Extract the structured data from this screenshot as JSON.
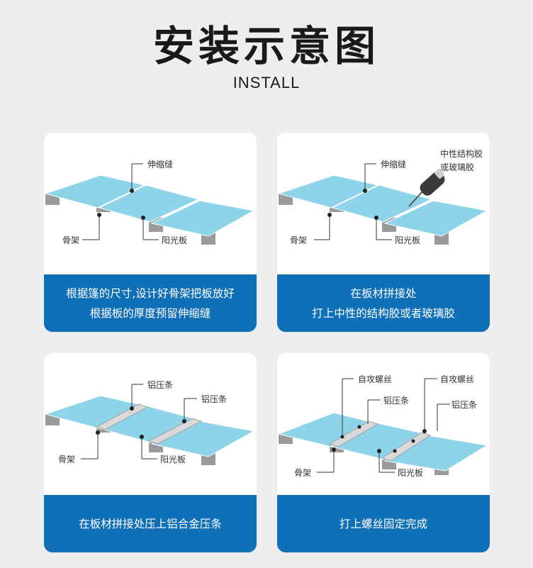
{
  "header": {
    "title": "安装示意图",
    "subtitle": "INSTALL"
  },
  "colors": {
    "panel": "#8dd4e8",
    "caption_bg": "#0f6fb7",
    "frame": "#9a9a9a",
    "background": "#eeeeee"
  },
  "cards": [
    {
      "labels": {
        "gap": "伸缩缝",
        "frame": "骨架",
        "panel": "阳光板"
      },
      "caption": [
        "根据篷的尺寸,设计好骨架把板放好",
        "根据板的厚度预留伸缩缝"
      ]
    },
    {
      "labels": {
        "gap": "伸缩缝",
        "glue1": "中性结构胶",
        "glue2": "或玻璃胶",
        "frame": "骨架",
        "panel": "阳光板"
      },
      "caption": [
        "在板材拼接处",
        "打上中性的结构胶或者玻璃胶"
      ]
    },
    {
      "labels": {
        "strip1": "铝压条",
        "strip2": "铝压条",
        "frame": "骨架",
        "panel": "阳光板"
      },
      "caption": [
        "在板材拼接处压上铝合金压条"
      ]
    },
    {
      "labels": {
        "screw1": "自攻螺丝",
        "screw2": "自攻螺丝",
        "strip1": "铝压条",
        "strip2": "铝压条",
        "frame": "骨架",
        "panel": "阳光板"
      },
      "caption": [
        "打上螺丝固定完成"
      ]
    }
  ]
}
